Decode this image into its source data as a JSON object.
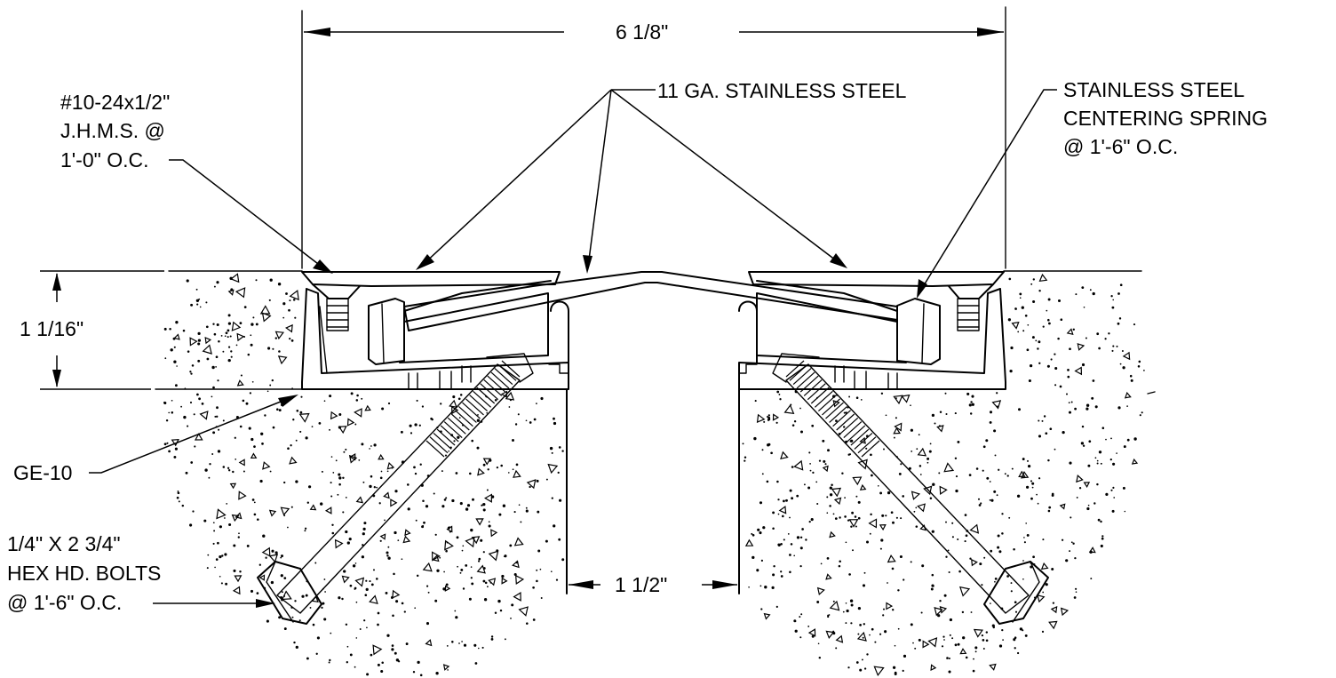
{
  "drawing": {
    "dimensions": {
      "overall_width": "6 1/8\"",
      "height": "1 1/16\"",
      "gap": "1 1/2\""
    },
    "callouts": {
      "screw": [
        "#10-24x1/2\"",
        "J.H.M.S. @",
        "1'-0\" O.C."
      ],
      "cover_material": "11 GA. STAINLESS STEEL",
      "spring": [
        "STAINLESS STEEL",
        "CENTERING SPRING",
        "@ 1'-6\" O.C."
      ],
      "frame": "GE-10",
      "bolt": [
        "1/4\" X 2 3/4\"",
        "HEX HD. BOLTS",
        "@ 1'-6\" O.C."
      ]
    }
  }
}
